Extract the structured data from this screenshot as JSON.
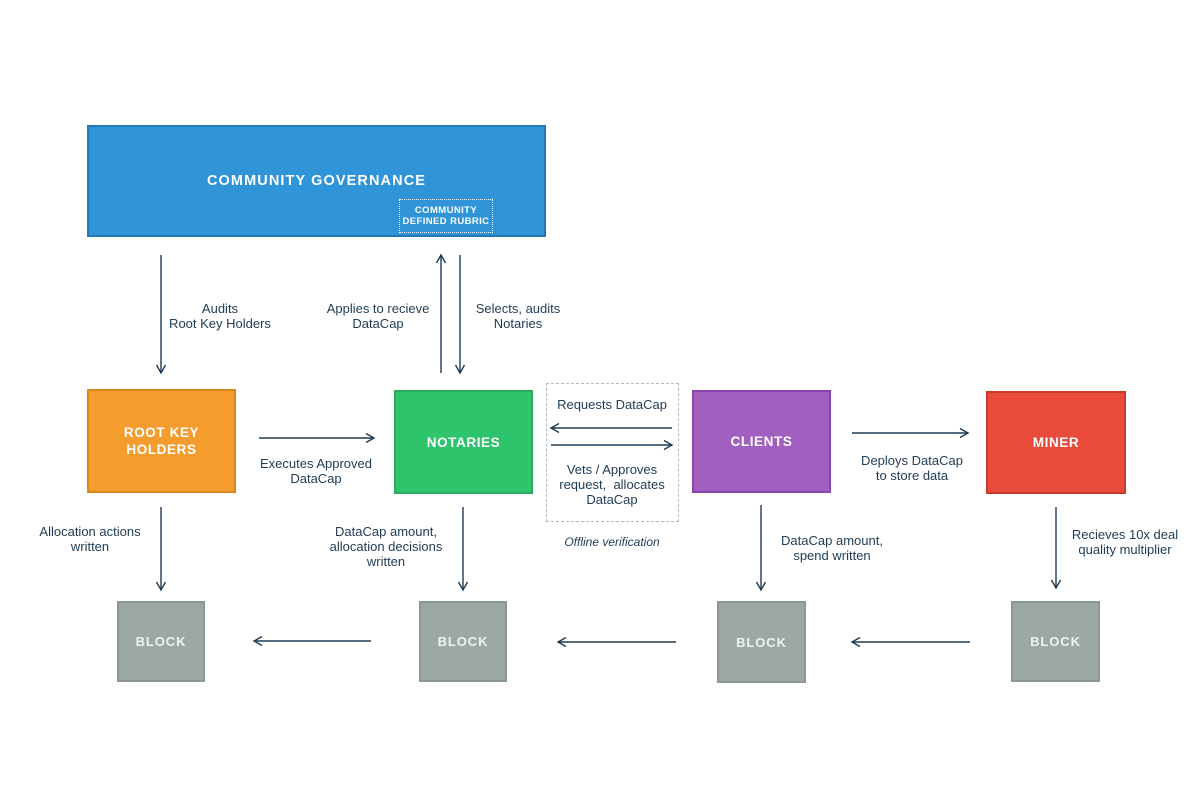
{
  "ink_color": "#1F3B55",
  "background_color": "#FFFFFF",
  "nodes": {
    "community_governance": {
      "label": "COMMUNITY GOVERNANCE",
      "fill": "#3094D9",
      "border": "#2478B5"
    },
    "community_defined_rubric": {
      "label": "COMMUNITY\nDEFINED RUBRIC"
    },
    "root_key_holders": {
      "label": "ROOT KEY\nHOLDERS",
      "fill": "#F59C2E",
      "border": "#DB8618"
    },
    "notaries": {
      "label": "NOTARIES",
      "fill": "#2EC46C",
      "border": "#29A95E"
    },
    "clients": {
      "label": "CLIENTS",
      "fill": "#A15FC0",
      "border": "#8C44AE"
    },
    "miner": {
      "label": "MINER",
      "fill": "#E84B3C",
      "border": "#C93B2B"
    },
    "block": {
      "label": "BLOCK",
      "fill": "#9CA8A4",
      "border": "#8B9894"
    }
  },
  "edges": {
    "audits": {
      "label": "Audits\nRoot Key Holders"
    },
    "applies": {
      "label": "Applies to recieve\nDataCap"
    },
    "selects": {
      "label": "Selects, audits\nNotaries"
    },
    "executes": {
      "label": "Executes Approved\nDataCap"
    },
    "requests": {
      "label": "Requests DataCap"
    },
    "vets": {
      "label": "Vets / Approves\nrequest,  allocates\nDataCap"
    },
    "offline": {
      "label": "Offline verification"
    },
    "deploys": {
      "label": "Deploys DataCap\nto store data"
    },
    "allocation_actions": {
      "label": "Allocation actions\nwritten"
    },
    "datacap_allocation": {
      "label": "DataCap amount,\nallocation decisions\nwritten"
    },
    "datacap_spend": {
      "label": "DataCap amount,\nspend written"
    },
    "recieves": {
      "label": "Recieves 10x deal\nquality multiplier"
    }
  }
}
